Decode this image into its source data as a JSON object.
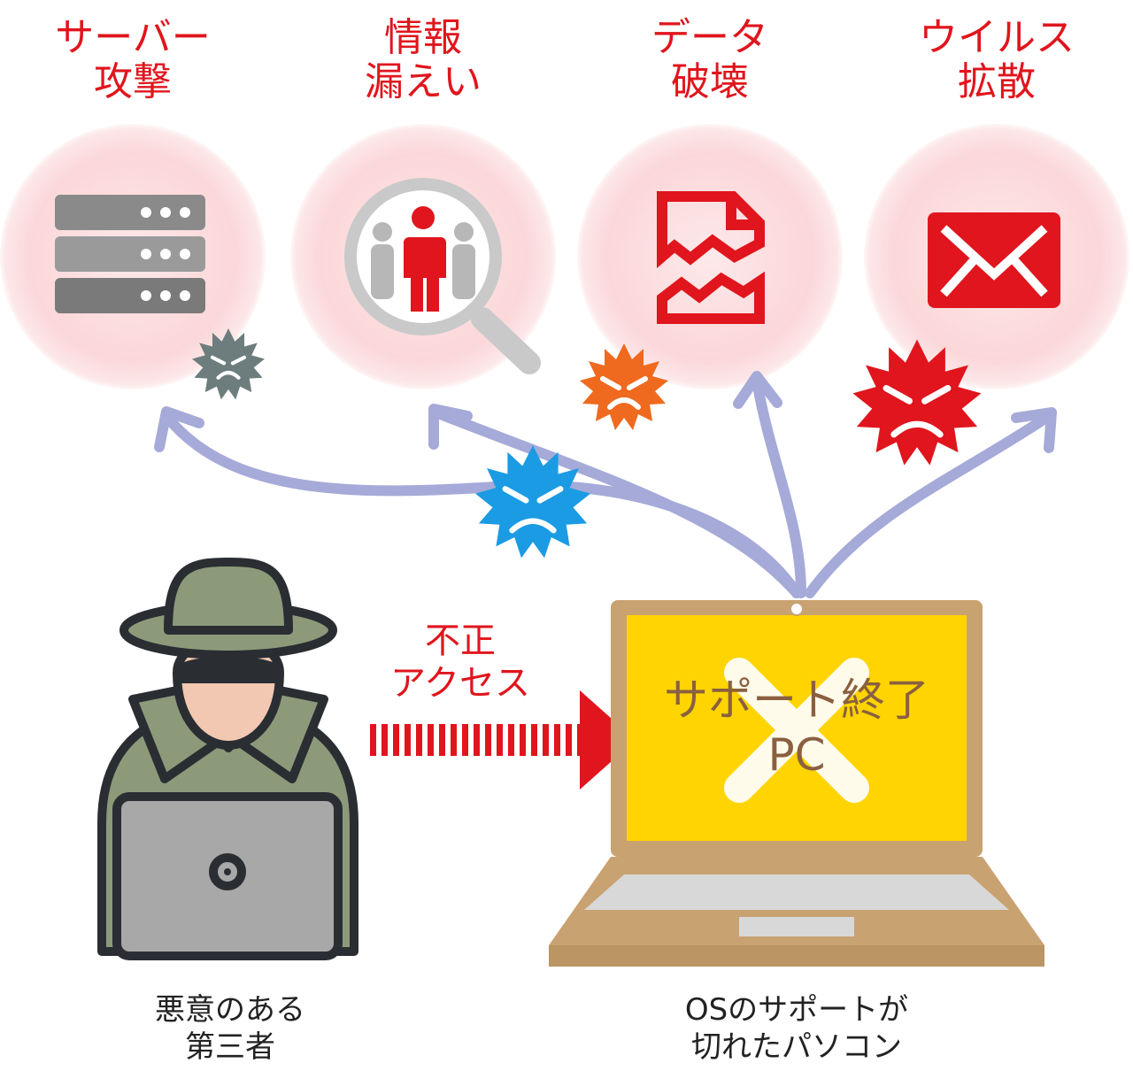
{
  "threats": [
    {
      "label": "サーバー\n攻撃",
      "icon": "server-icon"
    },
    {
      "label": "情報\n漏えい",
      "icon": "magnifier-person-icon"
    },
    {
      "label": "データ\n破壊",
      "icon": "torn-document-icon"
    },
    {
      "label": "ウイルス\n拡散",
      "icon": "envelope-icon"
    }
  ],
  "access_label": "不正\nアクセス",
  "pc_screen_text": "サポート終了\nPC",
  "attacker_caption": "悪意のある\n第三者",
  "pc_caption": "OSのサポートが\n切れたパソコン",
  "colors": {
    "accent_red": "#e0151d",
    "arrow": "#a6aad8",
    "screen_yellow": "#ffd400",
    "laptop_tan": "#c9a271",
    "virus_gray": "#6d7d7e",
    "virus_orange": "#ef6a1f",
    "virus_red": "#e0151d",
    "virus_blue": "#1b9be3",
    "attacker_green": "#8c9a7a"
  }
}
